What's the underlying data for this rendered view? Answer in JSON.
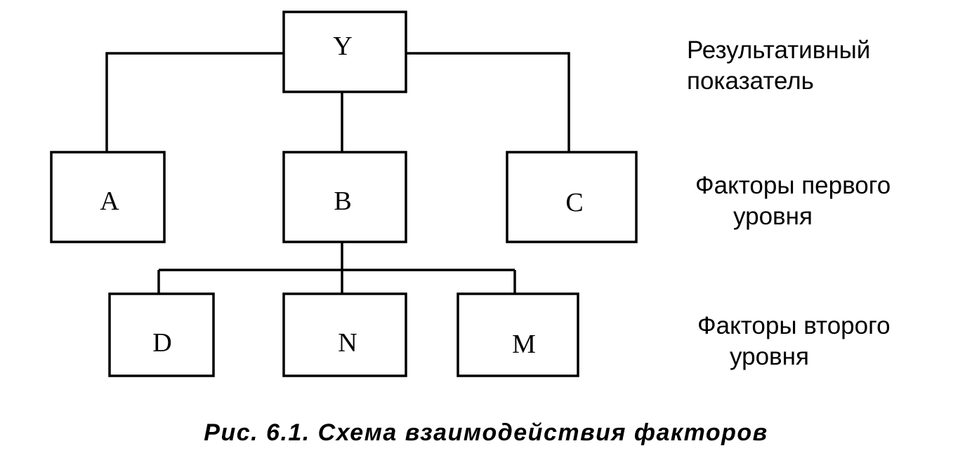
{
  "diagram": {
    "nodes": {
      "y": "Y",
      "a": "A",
      "b": "B",
      "c": "C",
      "d": "D",
      "n": "N",
      "m": "M"
    },
    "edges": [
      [
        "Y",
        "A"
      ],
      [
        "Y",
        "B"
      ],
      [
        "Y",
        "C"
      ],
      [
        "B",
        "D"
      ],
      [
        "B",
        "N"
      ],
      [
        "B",
        "M"
      ]
    ],
    "levels": {
      "result": {
        "line1": "Результативный",
        "line2": "показатель"
      },
      "first": {
        "line1": "Факторы первого",
        "line2": "уровня"
      },
      "second": {
        "line1": "Факторы второго",
        "line2": "уровня"
      }
    },
    "caption": "Рис. 6.1. Схема взаимодействия факторов"
  }
}
